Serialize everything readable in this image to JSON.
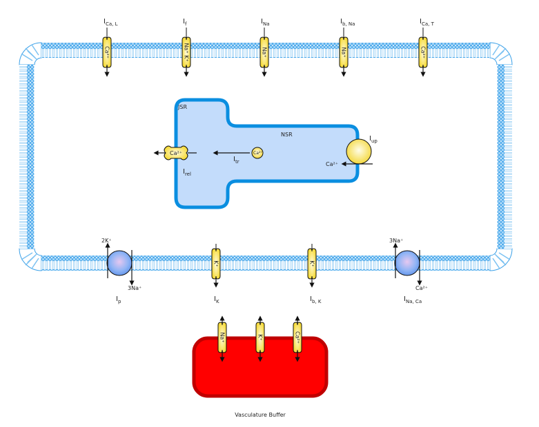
{
  "colors": {
    "membrane": "#3aa0e8",
    "membrane_light": "#bfe0fb",
    "sr_fill": "#c3dcfb",
    "sr_stroke": "#0a8ee0",
    "channel_fill": "#f7e040",
    "channel_light": "#fffbd0",
    "pump_fill": "#7aa8f0",
    "buffer_fill": "#ff0000",
    "buffer_stroke": "#c00000"
  },
  "top_channels": [
    {
      "id": "ica-l",
      "current_main": "I",
      "current_sub": "Ca, L",
      "ion": "Ca²⁺"
    },
    {
      "id": "if",
      "current_main": "I",
      "current_sub": "f",
      "ion": "Na⁺  K⁺"
    },
    {
      "id": "ina",
      "current_main": "I",
      "current_sub": "Na",
      "ion": "Na⁺"
    },
    {
      "id": "ib-na",
      "current_main": "I",
      "current_sub": "b, Na",
      "ion": "Na⁺"
    },
    {
      "id": "ica-t",
      "current_main": "I",
      "current_sub": "Ca, T",
      "ion": "Ca²⁺"
    }
  ],
  "bottom_channels": [
    {
      "id": "ik",
      "current_main": "I",
      "current_sub": "K",
      "ion": "K⁺"
    },
    {
      "id": "ib-k",
      "current_main": "I",
      "current_sub": "b, K",
      "ion": "K⁺"
    }
  ],
  "pumps": [
    {
      "id": "ip",
      "current_main": "I",
      "current_sub": "p",
      "up_label": "2K⁺",
      "down_label": "3Na⁺"
    },
    {
      "id": "inaca",
      "current_main": "I",
      "current_sub": "Na, Ca",
      "up_label": "3Na⁺",
      "down_label": "Ca²⁺"
    }
  ],
  "sr": {
    "jsr_label": "JSR",
    "nsr_label": "NSR",
    "release": {
      "current_main": "I",
      "current_sub": "rel",
      "ion": "Ca²⁺"
    },
    "transfer": {
      "current_main": "I",
      "current_sub": "tr",
      "ion": "Ca²⁺"
    },
    "uptake": {
      "current_main": "I",
      "current_sub": "up",
      "ion": "Ca²⁺"
    }
  },
  "buffer": {
    "label": "Vasculature Buffer",
    "channels": [
      {
        "id": "buf-na",
        "ion": "Na⁺"
      },
      {
        "id": "buf-k",
        "ion": "K⁺"
      },
      {
        "id": "buf-ca",
        "ion": "Ca²⁺"
      }
    ]
  }
}
